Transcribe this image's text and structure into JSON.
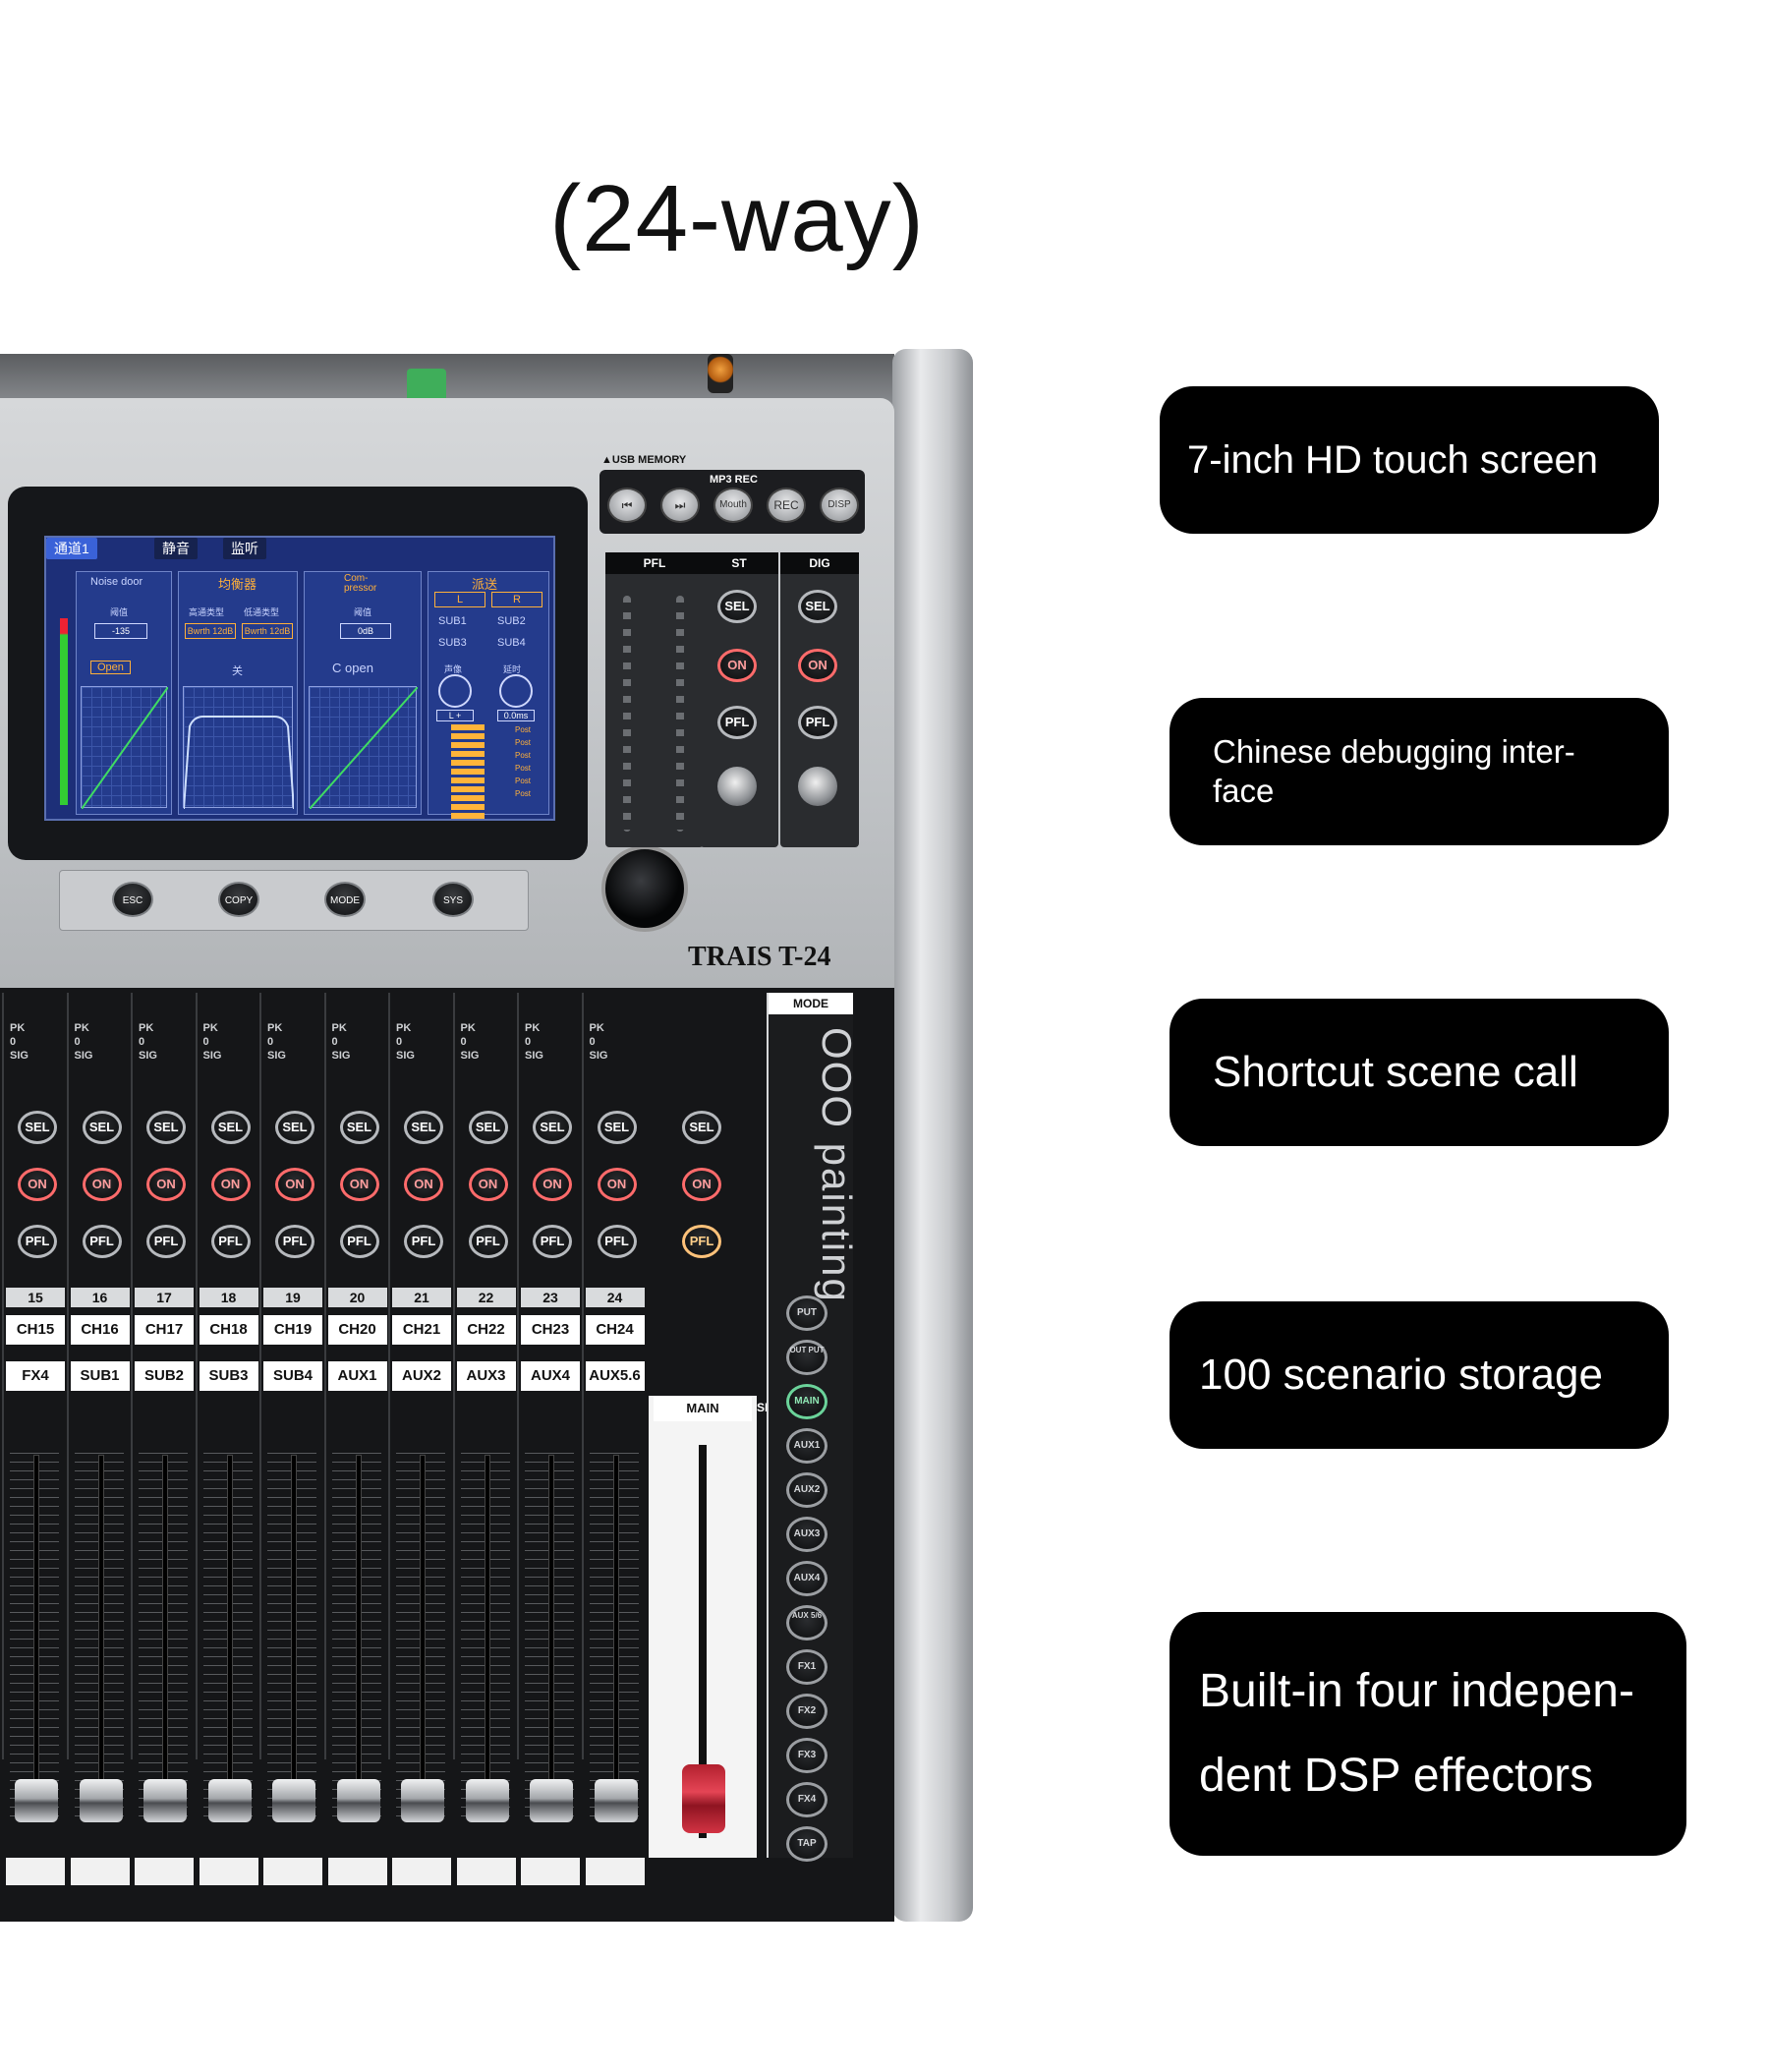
{
  "heading": "(24-way)",
  "features": [
    "7-inch HD touch screen",
    "Chinese debugging inter-\nface",
    "Shortcut scene call",
    "100 scenario storage",
    "Built-in four indepen-\ndent DSP effectors"
  ],
  "mixer": {
    "brand": "TRAIS T-24",
    "usb_label": "▲USB MEMORY",
    "mp3_label": "MP3 REC",
    "transport_buttons": [
      "⏮",
      "⏭",
      "Mouth",
      "REC",
      "DISP"
    ],
    "side_panels": [
      "PFL",
      "ST",
      "DIG"
    ],
    "panel_buttons": [
      "ESC",
      "COPY",
      "MODE",
      "SYS"
    ],
    "key_labels": {
      "sel": "SEL",
      "on": "ON",
      "pfl": "PFL"
    },
    "led_labels": [
      "PK",
      "0",
      "SIG"
    ],
    "screen": {
      "tabs": [
        "通道1",
        "静音",
        "监听"
      ],
      "noise_gate": "Noise door",
      "eq_title": "均衡器",
      "compressor": "Com-\npressor",
      "routing_title": "派送",
      "threshold": "阈值",
      "threshold_value": "-135",
      "hp_type": "高通类型",
      "lp_type": "低通类型",
      "hp_value": "Bwrth 12dB",
      "lp_value": "Bwrth 12dB",
      "comp_value": "0dB",
      "open_1": "Open",
      "open_2": "关",
      "open_3": "C open",
      "route_buttons": [
        "L",
        "R",
        "SUB1",
        "SUB2",
        "SUB3",
        "SUB4"
      ],
      "pan": "声像",
      "delay": "延时",
      "pan_value": "L +",
      "delay_value": "0.0ms",
      "post_labels": [
        "Post",
        "Post",
        "Post",
        "Post",
        "Post",
        "Post"
      ]
    },
    "channels": [
      {
        "num": "15",
        "name": "CH15",
        "sub": "FX4"
      },
      {
        "num": "16",
        "name": "CH16",
        "sub": "SUB1"
      },
      {
        "num": "17",
        "name": "CH17",
        "sub": "SUB2"
      },
      {
        "num": "18",
        "name": "CH18",
        "sub": "SUB3"
      },
      {
        "num": "19",
        "name": "CH19",
        "sub": "SUB4"
      },
      {
        "num": "20",
        "name": "CH20",
        "sub": "AUX1"
      },
      {
        "num": "21",
        "name": "CH21",
        "sub": "AUX2"
      },
      {
        "num": "22",
        "name": "CH22",
        "sub": "AUX3"
      },
      {
        "num": "23",
        "name": "CH23",
        "sub": "AUX4"
      },
      {
        "num": "24",
        "name": "CH24",
        "sub": "AUX5.6"
      }
    ],
    "main_label": "MAIN",
    "send_label": "SEND",
    "mode_label": "MODE",
    "vertical_text": "OOO painting",
    "mode_keys": [
      "PUT",
      "OUT PUT",
      "MAIN",
      "AUX1",
      "AUX2",
      "AUX3",
      "AUX4",
      "AUX 5/6",
      "FX1",
      "FX2",
      "FX3",
      "FX4",
      "TAP"
    ]
  },
  "colors": {
    "panel_silver": "#bfc2c5",
    "screen_blue": "#1d2f78",
    "on_red": "#ff6b6b",
    "fader_red": "#e54555",
    "feature_bg": "#000000"
  }
}
